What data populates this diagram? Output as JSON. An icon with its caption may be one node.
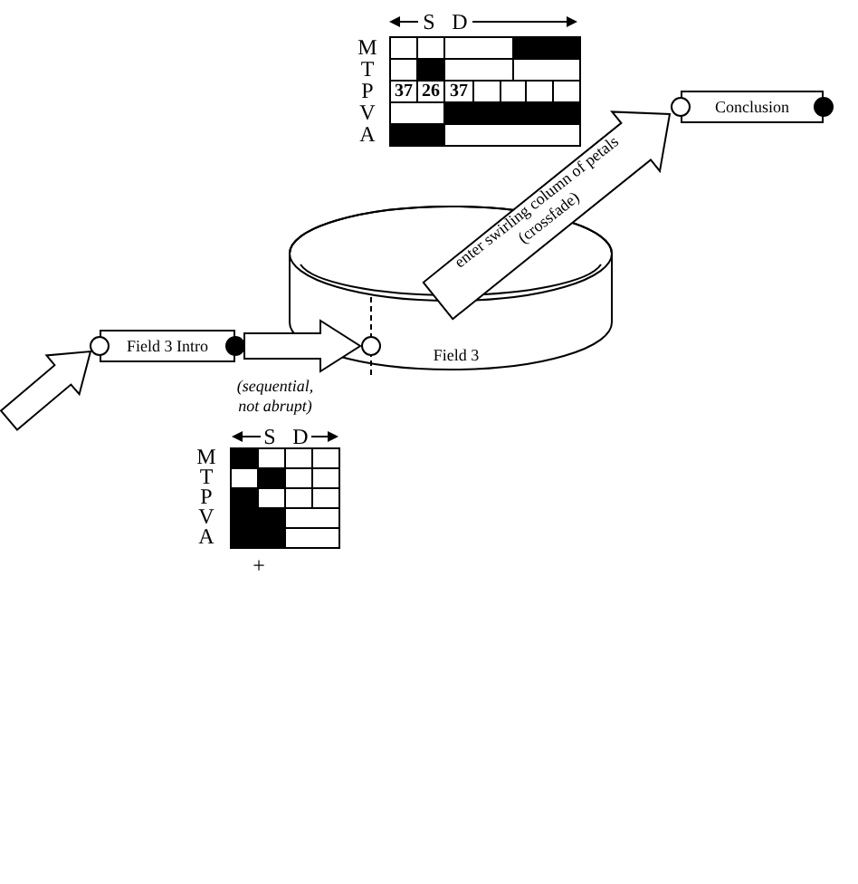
{
  "diagram": {
    "nodes": [
      {
        "text": [
          "Field 3 Intro"
        ]
      },
      {
        "text": [
          "Field 3"
        ]
      },
      {
        "text": [
          "Conclusion"
        ]
      }
    ],
    "edges": [
      {
        "from": null,
        "to": 0,
        "arrow": "to"
      },
      {
        "from": 0,
        "to": 1,
        "arrow": "to",
        "label": "(sequential, not abrupt)"
      },
      {
        "from": 1,
        "to": 2,
        "arrow": "to",
        "label": "enter swirling column of petals (crossfade)"
      }
    ],
    "labels": [
      "S",
      "D",
      "M",
      "T",
      "P",
      "V",
      "A",
      "37",
      "26",
      "37",
      "S",
      "D",
      "M",
      "T",
      "P",
      "V",
      "A",
      "+"
    ]
  }
}
